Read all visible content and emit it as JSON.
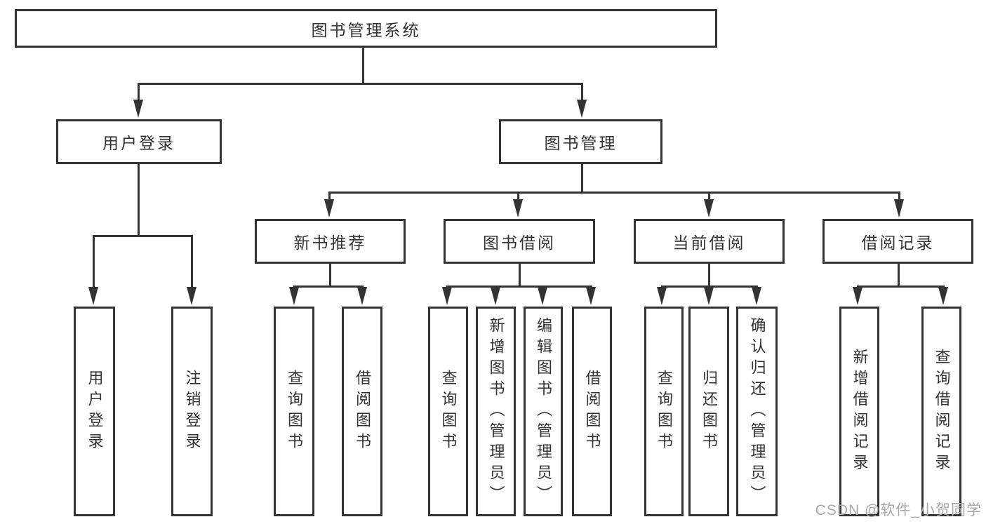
{
  "tree": {
    "root": {
      "label": "图书管理系统",
      "children": [
        {
          "label": "用户登录",
          "children": [
            {
              "label": "用户登录"
            },
            {
              "label": "注销登录"
            }
          ]
        },
        {
          "label": "图书管理",
          "children": [
            {
              "label": "新书推荐",
              "children": [
                {
                  "label": "查询图书"
                },
                {
                  "label": "借阅图书"
                }
              ]
            },
            {
              "label": "图书借阅",
              "children": [
                {
                  "label": "查询图书"
                },
                {
                  "label": "新增图书（管理员）"
                },
                {
                  "label": "编辑图书（管理员）"
                },
                {
                  "label": "借阅图书"
                }
              ]
            },
            {
              "label": "当前借阅",
              "children": [
                {
                  "label": "查询图书"
                },
                {
                  "label": "归还图书"
                },
                {
                  "label": "确认归还（管理员）"
                }
              ]
            },
            {
              "label": "借阅记录",
              "children": [
                {
                  "label": "新增借阅记录"
                },
                {
                  "label": "查询借阅记录"
                }
              ]
            }
          ]
        }
      ]
    }
  },
  "watermark": {
    "text": "CSDN @软件_小贺同学"
  },
  "colors": {
    "line": "#333333",
    "box_background": "#ffffff",
    "text": "#333333",
    "watermark": "#a9a9a9",
    "page_background": "#ffffff"
  }
}
